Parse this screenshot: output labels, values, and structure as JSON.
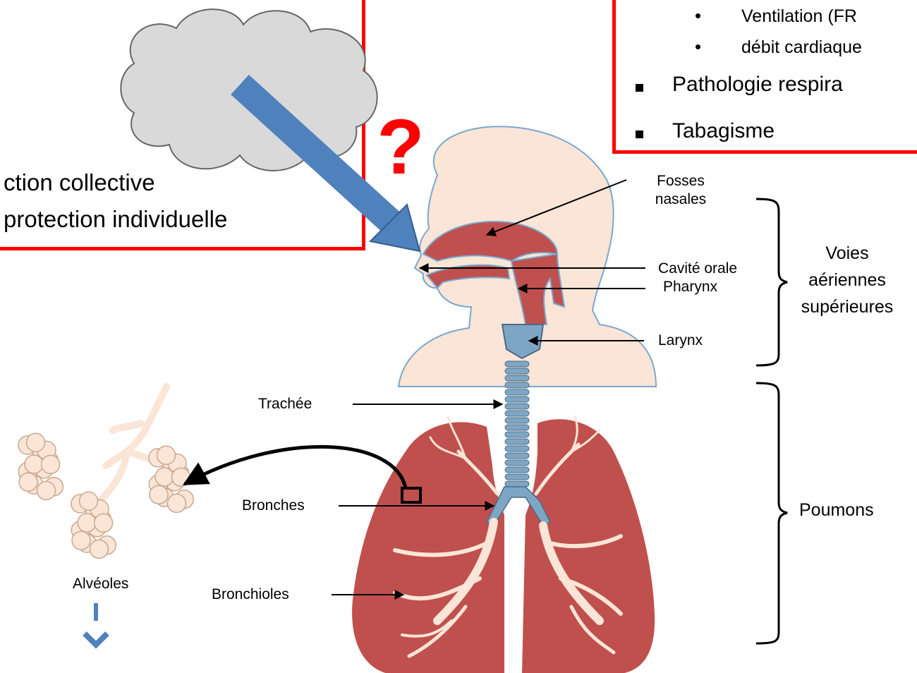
{
  "left_box": {
    "line1": "ction collective",
    "line2": "protection individuelle"
  },
  "right_box": {
    "items": [
      {
        "style": "dot",
        "text": "Ventilation (FR"
      },
      {
        "style": "dot",
        "text": "débit cardiaque"
      },
      {
        "style": "square",
        "text": "Pathologie respira"
      },
      {
        "style": "square",
        "text": "Tabagisme"
      }
    ]
  },
  "question_mark": "?",
  "labels": {
    "fosses_nasales": "Fosses\nnasales",
    "cavite_orale": "Cavité orale",
    "pharynx": "Pharynx",
    "larynx": "Larynx",
    "trachee": "Trachée",
    "bronches": "Bronches",
    "bronchioles": "Bronchioles",
    "alveoles": "Alvéoles"
  },
  "groups": {
    "voies": "Voies\naériennes\nsupérieures",
    "poumons": "Poumons"
  },
  "colors": {
    "frame": "#ff0000",
    "cloud": "#d9d9d9",
    "arrow": "#4f81bd",
    "skin": "#fbe5d6",
    "lung": "#c0504d",
    "airway": "#7ea6c4"
  }
}
